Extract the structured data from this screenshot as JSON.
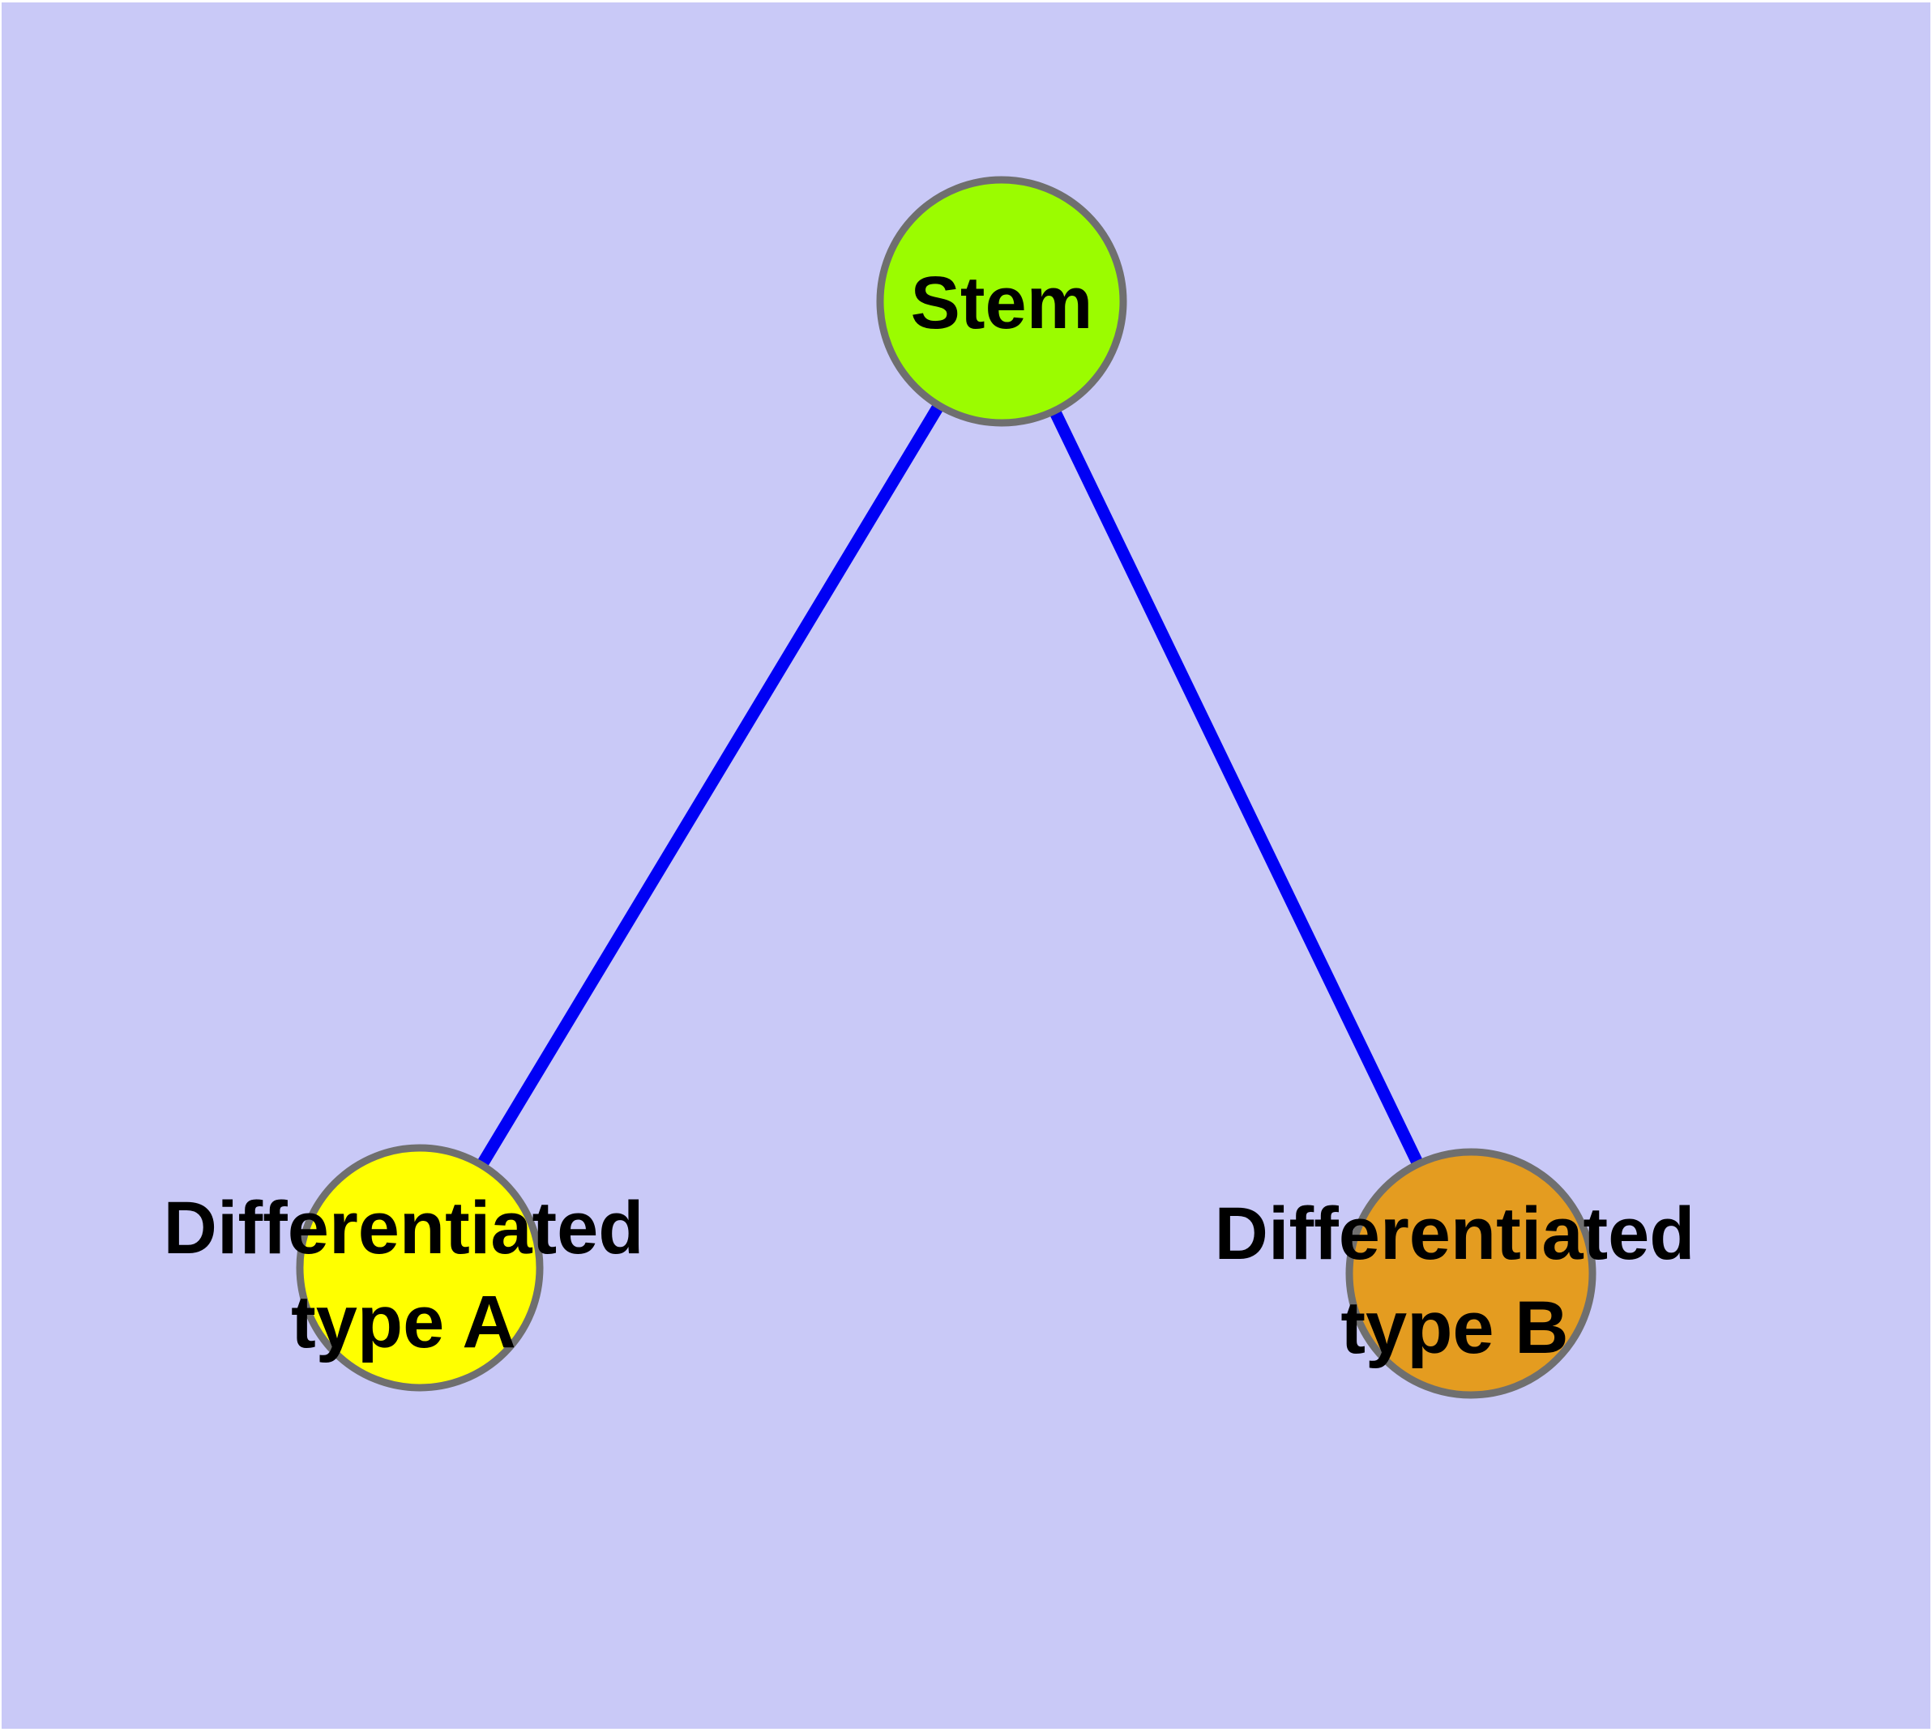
{
  "diagram": {
    "kind": "node-link-graph",
    "nodes": {
      "stem": {
        "label": "Stem",
        "fill": "#9BFC00"
      },
      "type_a": {
        "label_line1": "Differentiated",
        "label_line2": "type A",
        "label": "Differentiated type A",
        "fill": "#FFFF00"
      },
      "type_b": {
        "label_line1": "Differentiated",
        "label_line2": "type B",
        "label": "Differentiated type B",
        "fill": "#E49C20"
      }
    },
    "edges": [
      {
        "from": "Stem",
        "to": "Differentiated type A"
      },
      {
        "from": "Stem",
        "to": "Differentiated type B"
      }
    ],
    "colors": {
      "background": "#C9C9F7",
      "page": "#FFFFFF",
      "edge_line": "#0000F5",
      "node_border": "#6F6F6F",
      "label_text": "#000000"
    }
  }
}
